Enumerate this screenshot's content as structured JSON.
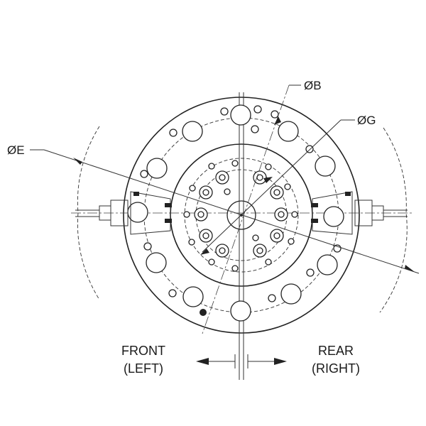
{
  "dimensions": {
    "b": "ØB",
    "g": "ØG",
    "e": "ØE"
  },
  "directions": {
    "front_line1": "FRONT",
    "front_line2": "(LEFT)",
    "rear_line1": "REAR",
    "rear_line2": "(RIGHT)"
  }
}
